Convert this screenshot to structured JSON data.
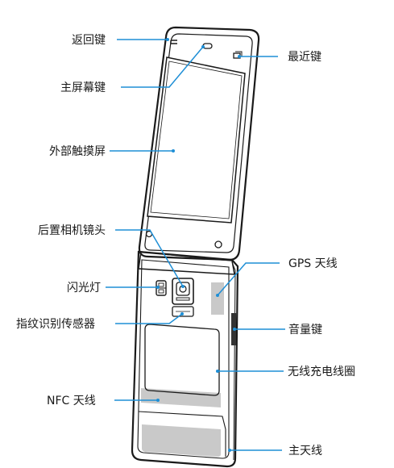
{
  "labels": {
    "back_key": "返回键",
    "recent_key": "最近键",
    "home_key": "主屏幕键",
    "outer_touchscreen": "外部触摸屏",
    "rear_camera": "后置相机镜头",
    "gps_antenna": "GPS 天线",
    "flash": "闪光灯",
    "fingerprint_sensor": "指纹识别传感器",
    "volume_key": "音量键",
    "wireless_charging_coil": "无线充电线圈",
    "nfc_antenna": "NFC 天线",
    "main_antenna": "主天线"
  },
  "colors": {
    "line": "#1a1a1a",
    "callout": "#1f8fd6",
    "antenna_gray": "#c9c9c9",
    "screen_fill": "#ffffff"
  }
}
